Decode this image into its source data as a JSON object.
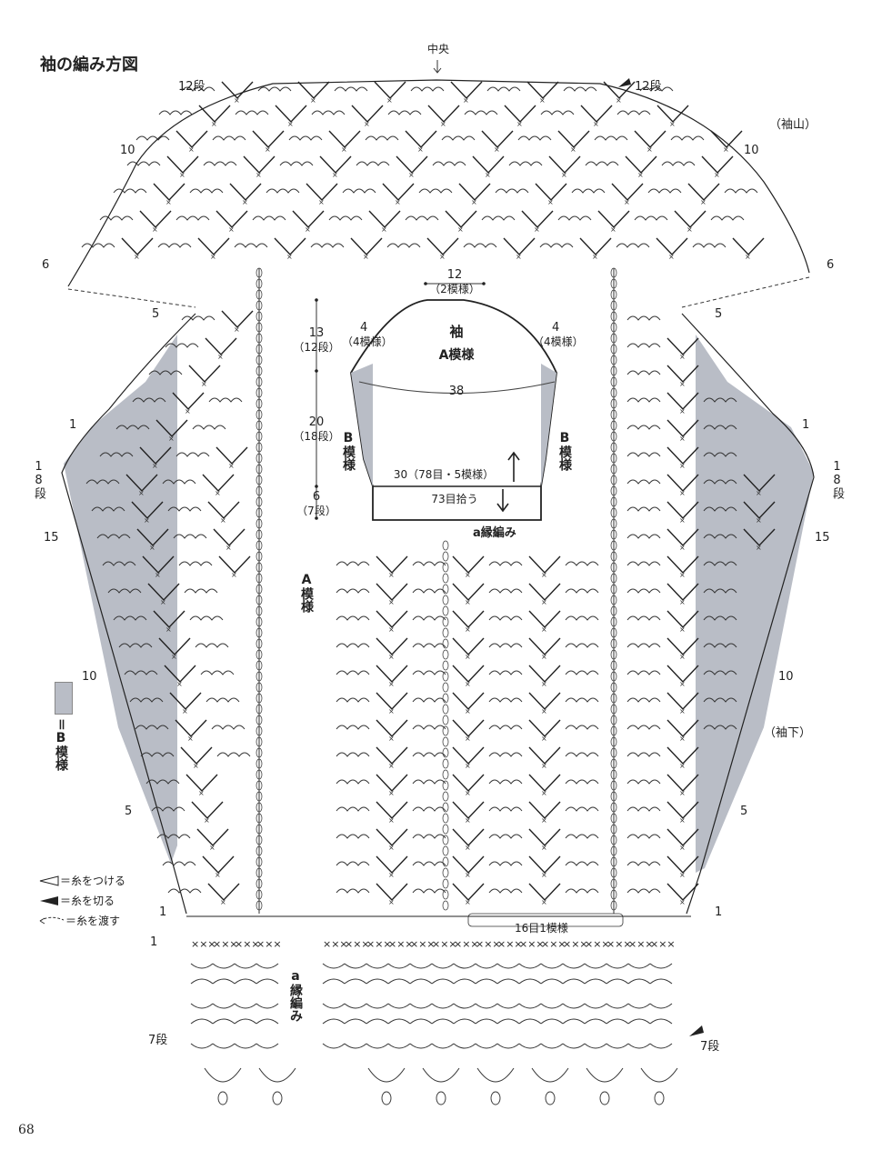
{
  "title": "袖の編み方図",
  "page_number": "68",
  "colors": {
    "shade": "#b9bdc6",
    "line": "#222222",
    "paper": "#ffffff"
  },
  "top_labels": {
    "center": "中央",
    "row12_left": "12段",
    "row12_right": "12段",
    "sleeve_cap": "（袖山）"
  },
  "row_markers": {
    "left": [
      "10",
      "6",
      "5",
      "1",
      "15",
      "10",
      "5",
      "1",
      "1",
      "7段"
    ],
    "right": [
      "10",
      "6",
      "5",
      "1",
      "15",
      "10",
      "5",
      "1",
      "7段"
    ],
    "left_18": "18段",
    "right_18": "18段"
  },
  "underarm": "（袖下）",
  "pattern_a": "A模様",
  "edging_a": "a縁編み",
  "repeat_note": "16目1模様",
  "legend": {
    "b_pattern": "＝B模様",
    "attach": "＝糸をつける",
    "cut": "＝糸を切る",
    "carry": "＝糸を渡す"
  },
  "schematic": {
    "top_width": "12",
    "top_width_sub": "（2模様）",
    "name": "袖",
    "pattern": "A模様",
    "side_left": "4",
    "side_left_sub": "（4模様）",
    "side_right": "4",
    "side_right_sub": "（4模様）",
    "b_left": "B模様",
    "b_right": "B模様",
    "width_38": "38",
    "cuff_width": "30（78目・5模様）",
    "pickup": "73目拾う",
    "edging": "a縁編み",
    "h1": "13",
    "h1_sub": "（12段）",
    "h2": "20",
    "h2_sub": "（18段）",
    "h3": "6",
    "h3_sub": "（7段）"
  }
}
